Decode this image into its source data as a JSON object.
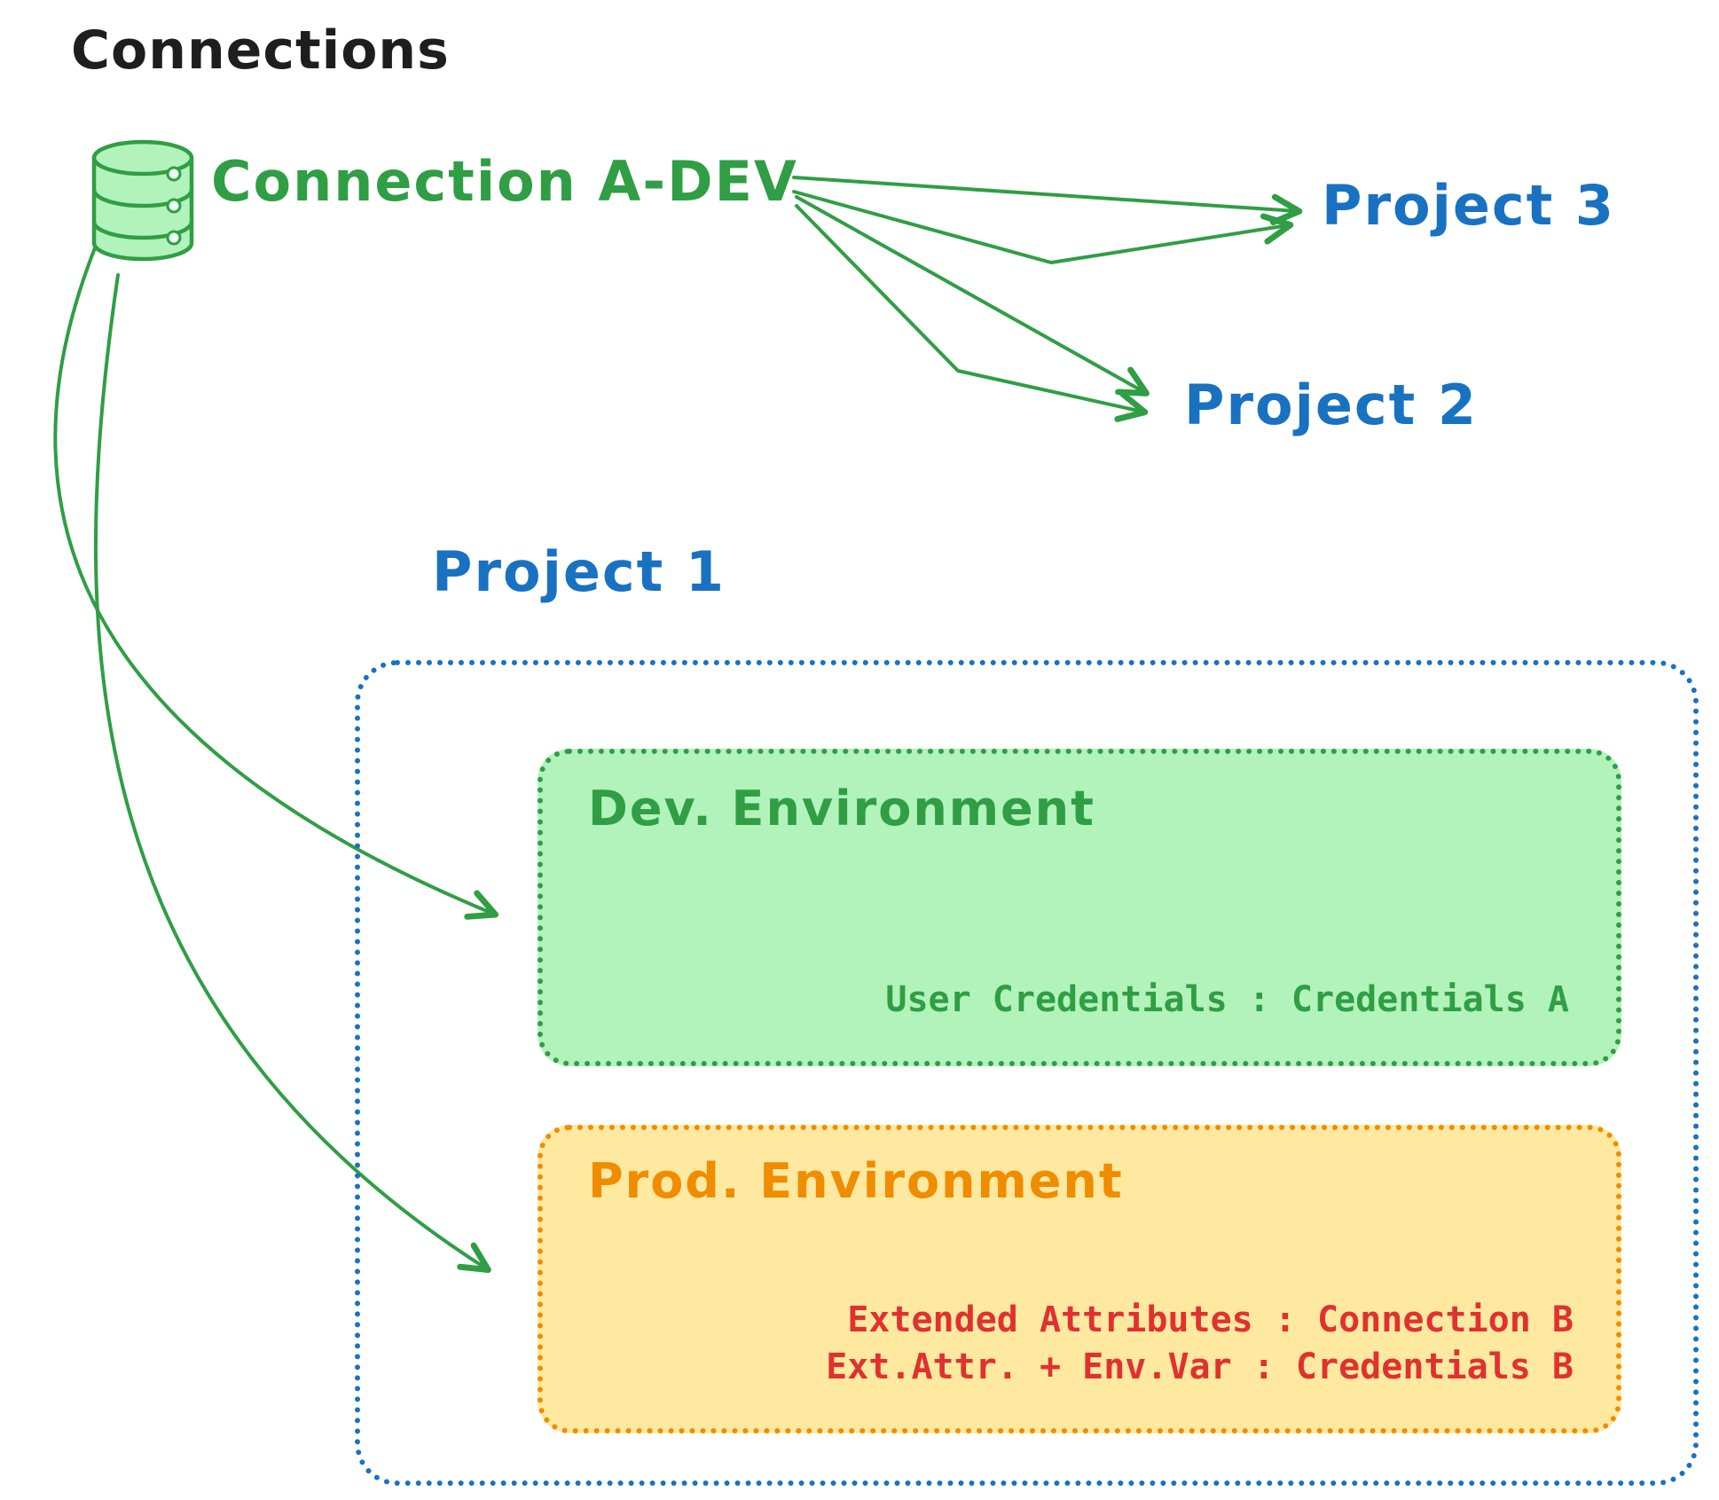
{
  "title": "Connections",
  "connection": {
    "label": "Connection A-DEV",
    "icon": "database-icon"
  },
  "projects": {
    "p1": "Project 1",
    "p2": "Project 2",
    "p3": "Project 3"
  },
  "project1": {
    "dev": {
      "label": "Dev. Environment",
      "line1": "User Credentials : Credentials A"
    },
    "prod": {
      "label": "Prod. Environment",
      "line1": "Extended Attributes : Connection B",
      "line2": "Ext.Attr. + Env.Var : Credentials B"
    }
  },
  "colors": {
    "green": "#2f9e44",
    "green_fill": "#b2f2bb",
    "blue": "#1971c2",
    "orange": "#f08c00",
    "yellow_fill": "#ffe9a0",
    "red": "#e03131",
    "black": "#1e1e1e"
  }
}
